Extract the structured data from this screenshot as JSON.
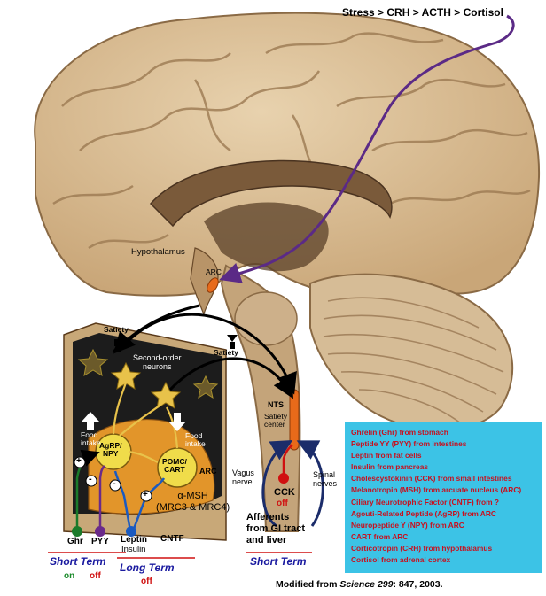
{
  "pathway": "Stress > CRH > ACTH > Cortisol",
  "brain_labels": {
    "hypothalamus": "Hypothalamus",
    "arc": "ARC",
    "nts": "NTS",
    "satiety_center": "Satiety\ncenter",
    "vagus_nerve": "Vagus\nnerve",
    "spinal_nerves": "Spinal\nnerves",
    "cck": "CCK",
    "cck_status": "off",
    "afferents": "Afferents\nfrom GI tract\nand liver"
  },
  "inset_labels": {
    "satiety_top": "Satiety",
    "satiety_mid": "Satiety",
    "second_order": "Second-order\nneurons",
    "food_intake_up": "Food\nintake",
    "food_intake_down": "Food\nintake",
    "agrp_npy": "AgRP/\nNPY",
    "pomc_cart": "POMC/\nCART",
    "arc_inset": "ARC",
    "msh": "α-MSH\n(MRC3 & MRC4)",
    "plus_sign": "+",
    "minus_sign": "-"
  },
  "inputs": {
    "ghr": "Ghr",
    "pyy": "PYY",
    "leptin": "Leptin",
    "insulin": "Insulin",
    "cntf": "CNTF"
  },
  "terms": {
    "short_term_left": "Short Term",
    "on": "on",
    "off_left": "off",
    "long_term": "Long Term",
    "off_long": "off",
    "short_term_right": "Short Term"
  },
  "colors": {
    "pathway_arrow": "#5b2a86",
    "short_term": "#1a1aa0",
    "on": "#1a8a2a",
    "off": "#d01010",
    "legend_bg": "#3cc3e6",
    "legend_text": "#c8101e"
  },
  "legend": [
    "Ghrelin (Ghr) from stomach",
    "Peptide YY (PYY) from intestines",
    "Leptin from fat cells",
    "Insulin from pancreas",
    "Cholescystokinin (CCK) from small intestines",
    "Melanotropin (MSH) from arcuate nucleus (ARC)",
    "Ciliary Neurotrophic Factor (CNTF) from ?",
    "Agouti-Related Peptide (AgRP) from ARC",
    "Neuropeptide Y (NPY) from ARC",
    "CART from ARC",
    "Corticotropin (CRH) from hypothalamus",
    "Cortisol from adrenal cortex"
  ],
  "citation": {
    "prefix": "Modified from ",
    "journal": "Science 299",
    "suffix": ": 847, 2003."
  }
}
